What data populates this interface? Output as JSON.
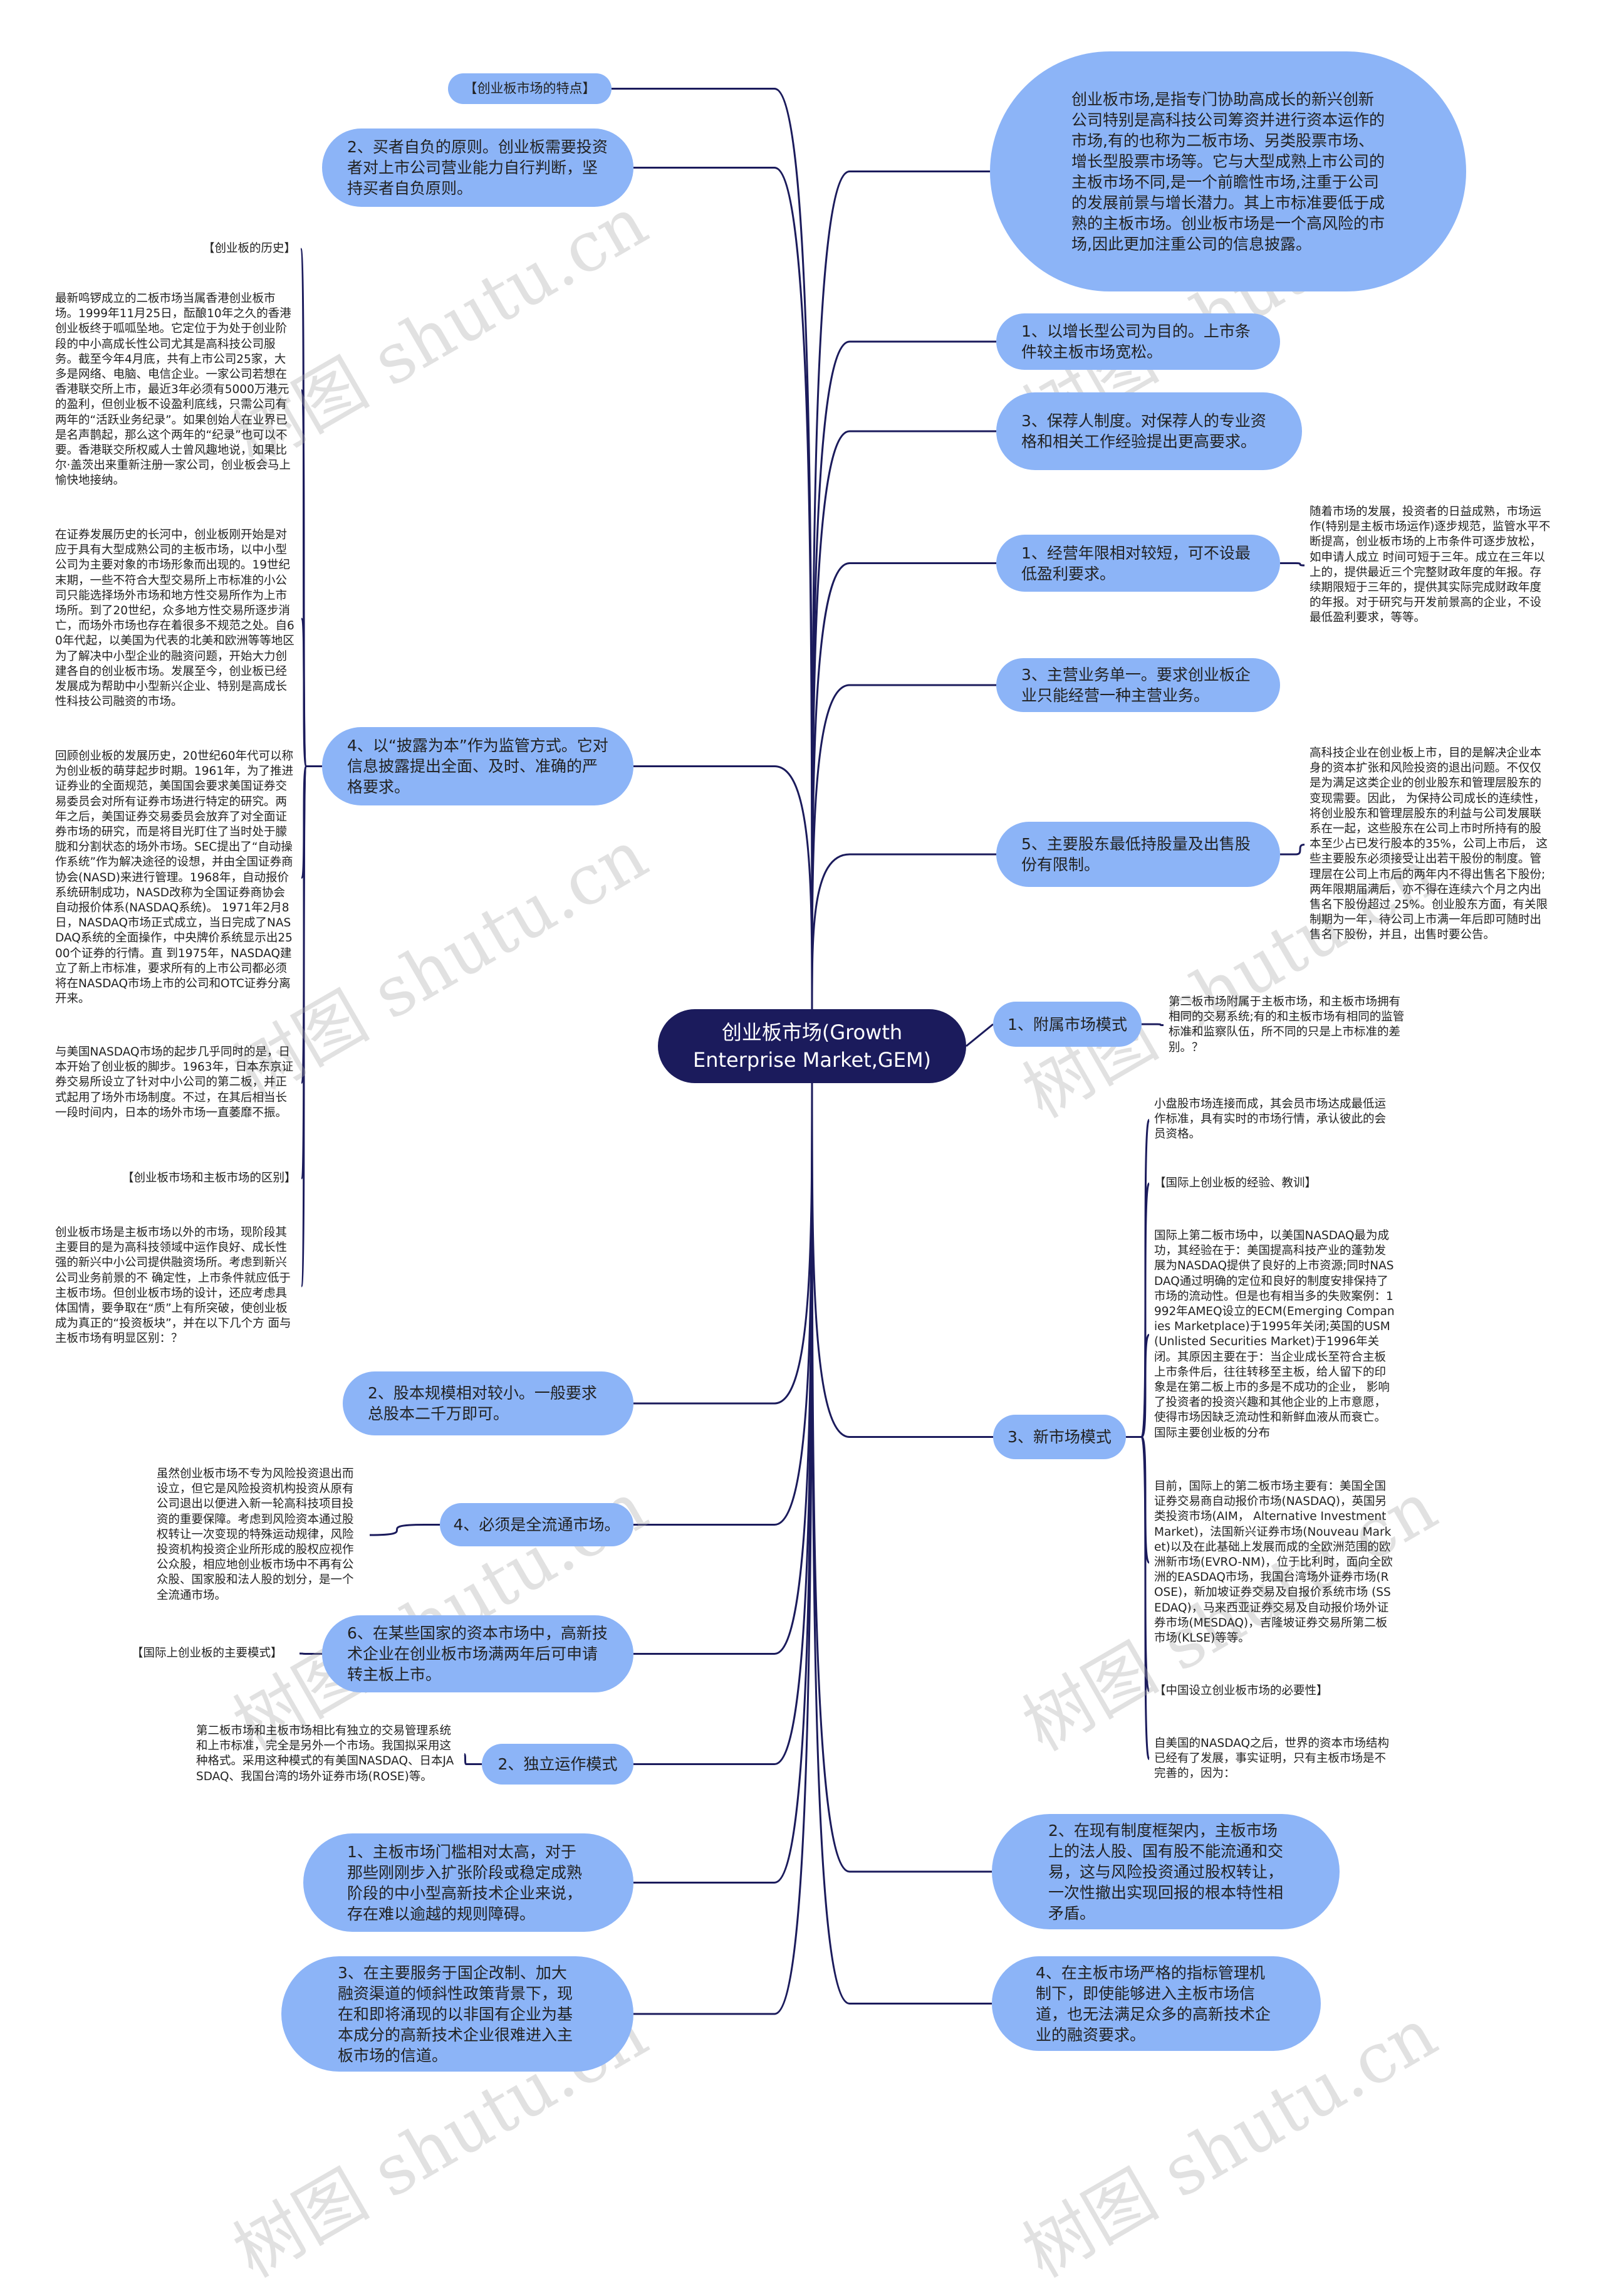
{
  "root": {
    "title": "创业板市场(Growth Enterprise Market,GEM)"
  },
  "left_nodes": [
    "【创业板市场的特点】",
    "2、买者自负的原则。创业板需要投资者对上市公司营业能力自行判断，坚持买者自负原则。",
    "4、以“披露为本”作为监管方式。它对信息披露提出全面、及时、准确的严格要求。",
    "2、股本规模相对较小。一般要求总股本二千万即可。",
    "4、必须是全流通市场。",
    "6、在某些国家的资本市场中，高新技术企业在创业板市场满两年后可申请转主板上市。",
    "2、独立运作模式",
    "1、主板市场门槛相对太高，对于那些刚刚步入扩张阶段或稳定成熟阶段的中小型高新技术企业来说，存在难以逾越的规则障碍。",
    "3、在主要服务于国企改制、加大融资渠道的倾斜性政策背景下，现在和即将涌现的以非国有企业为基本成分的高新技术企业很难进入主板市场的信道。"
  ],
  "left_texts": {
    "history_label": "【创业板的历史】",
    "history_1": "最新鸣锣成立的二板市场当属香港创业板市场。1999年11月25日，酝酿10年之久的香港创业板终于呱呱坠地。它定位于为处于创业阶段的中小高成长性公司尤其是高科技公司服务。截至今年4月底，共有上市公司25家，大多是网络、电脑、电信企业。一家公司若想在香港联交所上市，最近3年必须有5000万港元的盈利，但创业板不设盈利底线，只需公司有两年的“活跃业务纪录”。如果创始人在业界已是名声鹊起，那么这个两年的“纪录”也可以不要。香港联交所权威人士曾风趣地说，如果比尔·盖茨出来重新注册一家公司，创业板会马上愉快地接纳。",
    "history_2": "在证券发展历史的长河中，创业板刚开始是对应于具有大型成熟公司的主板市场，以中小型公司为主要对象的市场形象而出现的。19世纪末期，一些不符合大型交易所上市标准的小公司只能选择场外市场和地方性交易所作为上市场所。到了20世纪，众多地方性交易所逐步消亡，而场外市场也存在着很多不规范之处。自60年代起，以美国为代表的北美和欧洲等等地区为了解决中小型企业的融资问题，开始大力创建各自的创业板市场。发展至今，创业板已经发展成为帮助中小型新兴企业、特别是高成长性科技公司融资的市场。",
    "history_3": "回顾创业板的发展历史，20世纪60年代可以称为创业板的萌芽起步时期。1961年，为了推进证券业的全面规范，美国国会要求美国证券交易委员会对所有证券市场进行特定的研究。两年之后，美国证券交易委员会放弃了对全面证券市场的研究，而是将目光盯住了当时处于朦胧和分割状态的场外市场。SEC提出了“自动操作系统”作为解决途径的设想，并由全国证券商协会(NASD)来进行管理。1968年，自动报价系统研制成功，NASD改称为全国证券商协会自动报价体系(NASDAQ系统)。 1971年2月8日，NASDAQ市场正式成立，当日完成了NASDAQ系统的全面操作，中央牌价系统显示出2500个证券的行情。直 到1975年，NASDAQ建立了新上市标准，要求所有的上市公司都必须将在NASDAQ市场上市的公司和OTC证券分离开来。",
    "history_4": "与美国NASDAQ市场的起步几乎同时的是，日本开始了创业板的脚步。1963年，日本东京证券交易所设立了针对中小公司的第二板，并正式起用了场外市场制度。不过，在其后相当长一段时间内，日本的场外市场一直萎靡不振。",
    "diff_label": "【创业板市场和主板市场的区别】",
    "diff_text": "创业板市场是主板市场以外的市场，现阶段其主要目的是为高科技领域中运作良好、成长性强的新兴中小公司提供融资场所。考虑到新兴公司业务前景的不 确定性，上市条件就应低于主板市场。但创业板市场的设计，还应考虑具体国情，要争取在“质”上有所突破，使创业板成为真正的“投资板块”，并在以下几个方 面与主板市场有明显区别：？",
    "circulation_text": "虽然创业板市场不专为风险投资退出而设立，但它是风险投资机构投资从原有公司退出以便进入新一轮高科技项目投资的重要保障。考虑到风险资本通过股 权转让一次变现的特殊运动规律，风险投资机构投资企业所形成的股权应视作公众股，相应地创业板市场中不再有公众股、国家股和法人股的划分，是一个全流通市场。",
    "modes_label": "【国际上创业板的主要模式】",
    "independent_text": "第二板市场和主板市场相比有独立的交易管理系统和上市标准，完全是另外一个市场。我国拟采用这种格式。采用这种模式的有美国NASDAQ、日本JASDAQ、我国台湾的场外证券市场(ROSE)等。"
  },
  "right_nodes": [
    "创业板市场,是指专门协助高成长的新兴创新公司特别是高科技公司筹资并进行资本运作的市场,有的也称为二板市场、另类股票市场、增长型股票市场等。它与大型成熟上市公司的主板市场不同,是一个前瞻性市场,注重于公司的发展前景与增长潜力。其上市标准要低于成熟的主板市场。创业板市场是一个高风险的市场,因此更加注重公司的信息披露。",
    "1、以增长型公司为目的。上市条件较主板市场宽松。",
    "3、保荐人制度。对保荐人的专业资格和相关工作经验提出更高要求。",
    "1、经营年限相对较短，可不设最低盈利要求。",
    "3、主营业务单一。要求创业板企业只能经营一种主营业务。",
    "5、主要股东最低持股量及出售股份有限制。",
    "1、附属市场模式",
    "3、新市场模式",
    "2、在现有制度框架内，主板市场上的法人股、国有股不能流通和交易，这与风险投资通过股权转让，一次性撤出实现回报的根本特性相矛盾。",
    "4、在主板市场严格的指标管理机制下，即使能够进入主板市场信道，也无法满足众多的高新技术企业的融资要求。"
  ],
  "right_texts": {
    "years_text": "随着市场的发展，投资者的日益成熟，市场运作(特别是主板市场运作)逐步规范，监管水平不断提高，创业板市场的上市条件可逐步放松，如申请人成立 时间可短于三年。成立在三年以上的，提供最近三个完整财政年度的年报。存续期限短于三年的，提供其实际完成财政年度的年报。对于研究与开发前景高的企业，不设最低盈利要求，等等。",
    "shareholder_text": "高科技企业在创业板上市，目的是解决企业本身的资本扩张和风险投资的退出问题。不仅仅是为满足这类企业的创业股东和管理层股东的变现需要。因此， 为保持公司成长的连续性，将创业股东和管理层股东的利益与公司发展联系在一起，这些股东在公司上市时所持有的股本至少占已发行股本的35%，公司上市后， 这些主要股东必须接受让出若干股份的制度。管理层在公司上市后的两年内不得出售名下股份;两年限期届满后，亦不得在连续六个月之内出售名下股份超过 25%。创业股东方面，有关限制期为一年，待公司上市满一年后即可随时出售名下股份，并且，出售时要公告。",
    "affiliated_text": "第二板市场附属于主板市场，和主板市场拥有相同的交易系统;有的和主板市场有相同的监管标准和监察队伍，所不同的只是上市标准的差别。？",
    "smallcap_text": "小盘股市场连接而成，其会员市场达成最低运作标准，具有实时的市场行情，承认彼此的会员资格。",
    "experience_label": "【国际上创业板的经验、教训】",
    "experience_text": "国际上第二板市场中，以美国NASDAQ最为成功，其经验在于：美国提高科技产业的蓬勃发展为NASDAQ提供了良好的上市资源;同时NASDAQ通过明确的定位和良好的制度安排保持了市场的流动性。但是也有相当多的失败案例：1992年AMEQ设立的ECM(Emerging Companies Marketplace)于1995年关闭;英国的USM(Unlisted Securities Market)于1996年关闭。其原因主要在于：当企业成长至符合主板上市条件后，往往转移至主板，给人留下的印象是在第二板上市的多是不成功的企业， 影响了投资者的投资兴趣和其他企业的上市意愿，使得市场因缺乏流动性和新鲜血液从而衰亡。国际主要创业板的分布",
    "distribution_text": "目前，国际上的第二板市场主要有：美国全国证券交易商自动报价市场(NASDAQ)，英国另类投资市场(AIM， Alternative Investment Market)，法国新兴证券市场(Nouveau Market)以及在此基础上发展而成的全欧洲范围的欧洲新市场(EVRO-NM)，位于比利时，面向全欧洲的EASDAQ市场，我国台湾场外证券市场(ROSE)，新加坡证券交易及自报价系统市场 (SSEDAQ)，马来西亚证券交易及自动报价场外证券市场(MESDAQ)，吉隆坡证券交易所第二板市场(KLSE)等等。",
    "necessity_label": "【中国设立创业板市场的必要性】",
    "necessity_text": "自美国的NASDAQ之后，世界的资本市场结构已经有了发展，事实证明，只有主板市场是不完善的，因为："
  },
  "watermark": "树图 shutu.cn",
  "colors": {
    "root": "#1b1b5c",
    "node": "#8cb4f7",
    "line": "#1b1b5c"
  }
}
